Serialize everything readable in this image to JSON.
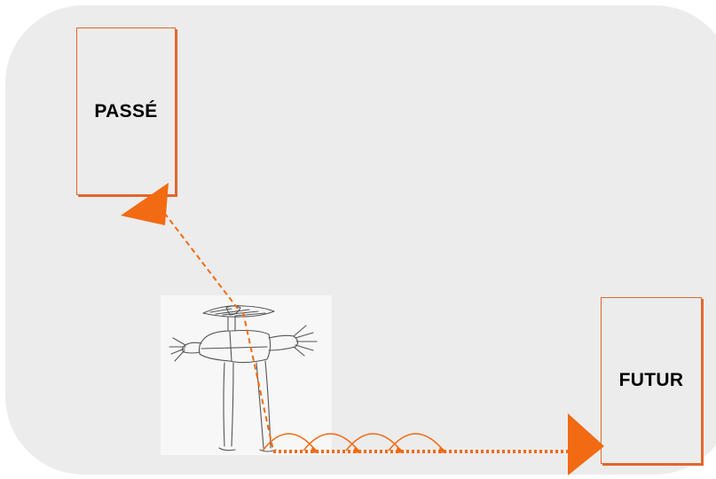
{
  "labels": {
    "past": "PASSÉ",
    "future": "FUTUR"
  },
  "colors": {
    "accent": "#f26a12",
    "box_border": "#e2662a",
    "panel_background": "#ececec",
    "label_text": "#000000"
  },
  "image": {
    "subject": "child-drawing-of-person"
  }
}
